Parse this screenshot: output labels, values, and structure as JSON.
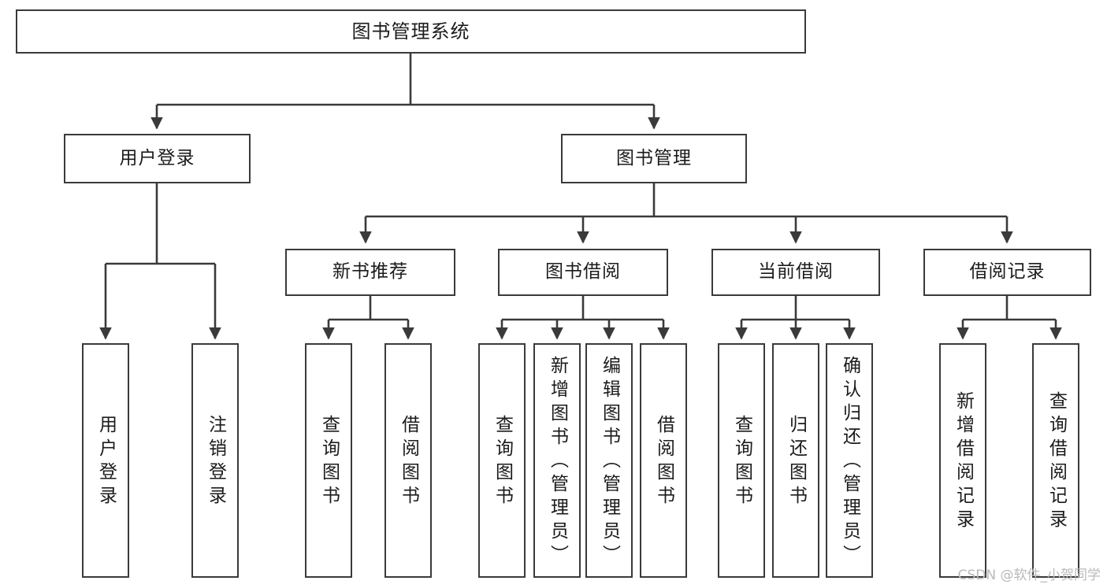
{
  "diagram": {
    "type": "tree-hierarchy",
    "title": "图书管理系统",
    "watermark": "CSDN @软件_小贺同学",
    "colors": {
      "box_border": "#3a3a3a",
      "box_fill": "#ffffff",
      "edge": "#3a3a3a",
      "text": "#1b1b1b",
      "watermark": "#b9b9b9"
    },
    "nodes": {
      "root": {
        "label": "图书管理系统"
      },
      "level2": [
        {
          "id": "user-login",
          "label": "用户登录"
        },
        {
          "id": "book-manage",
          "label": "图书管理"
        }
      ],
      "level3": [
        {
          "id": "new-book-recommend",
          "label": "新书推荐"
        },
        {
          "id": "book-borrow",
          "label": "图书借阅"
        },
        {
          "id": "current-borrow",
          "label": "当前借阅"
        },
        {
          "id": "borrow-record",
          "label": "借阅记录"
        }
      ],
      "leaves": {
        "user_login": [
          {
            "id": "leaf-user-login",
            "label": "用户登录"
          },
          {
            "id": "leaf-logout",
            "label": "注销登录"
          }
        ],
        "new_book_recommend": [
          {
            "id": "leaf-query-book-1",
            "label": "查询图书"
          },
          {
            "id": "leaf-borrow-book-1",
            "label": "借阅图书"
          }
        ],
        "book_borrow": [
          {
            "id": "leaf-query-book-2",
            "label": "查询图书"
          },
          {
            "id": "leaf-add-book",
            "label": "新增图书（管理员）"
          },
          {
            "id": "leaf-edit-book",
            "label": "编辑图书（管理员）"
          },
          {
            "id": "leaf-borrow-book-2",
            "label": "借阅图书"
          }
        ],
        "current_borrow": [
          {
            "id": "leaf-query-book-3",
            "label": "查询图书"
          },
          {
            "id": "leaf-return-book",
            "label": "归还图书"
          },
          {
            "id": "leaf-confirm-return",
            "label": "确认归还（管理员）"
          }
        ],
        "borrow_record": [
          {
            "id": "leaf-add-record",
            "label": "新增借阅记录"
          },
          {
            "id": "leaf-query-record",
            "label": "查询借阅记录"
          }
        ]
      }
    }
  }
}
